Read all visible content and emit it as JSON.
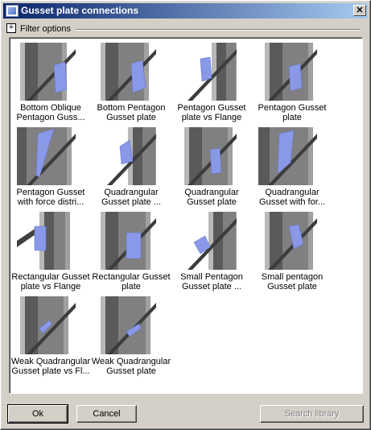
{
  "window": {
    "title": "Gusset plate connections",
    "close_glyph": "✕"
  },
  "filter": {
    "label": "Filter options",
    "expand_glyph": "+"
  },
  "colors": {
    "title_start": "#0a246a",
    "title_end": "#a6caf0",
    "plate": "#8a98e8",
    "beam": "#808080"
  },
  "items": [
    {
      "line1": "Bottom Oblique",
      "line2": "Pentagon Guss...",
      "icon": "bottom-oblique-pentagon-icon"
    },
    {
      "line1": "Bottom Pentagon",
      "line2": "Gusset plate",
      "icon": "bottom-pentagon-icon"
    },
    {
      "line1": "Pentagon Gusset",
      "line2": "plate vs Flange",
      "icon": "pentagon-flange-icon"
    },
    {
      "line1": "Pentagon Gusset",
      "line2": "plate",
      "icon": "pentagon-gusset-icon"
    },
    {
      "line1": "Pentagon Gusset",
      "line2": "with force distri...",
      "icon": "pentagon-force-icon"
    },
    {
      "line1": "Quadrangular",
      "line2": "Gusset plate ...",
      "icon": "quadrangular-plate-icon"
    },
    {
      "line1": "Quadrangular",
      "line2": "Gusset plate",
      "icon": "quadrangular-gusset-icon"
    },
    {
      "line1": "Quadrangular",
      "line2": "Gusset with for...",
      "icon": "quadrangular-force-icon"
    },
    {
      "line1": "Rectangular Gusset",
      "line2": "plate vs Flange",
      "icon": "rectangular-flange-icon"
    },
    {
      "line1": "Rectangular Gusset",
      "line2": "plate",
      "icon": "rectangular-gusset-icon"
    },
    {
      "line1": "Small Pentagon",
      "line2": "Gusset plate ...",
      "icon": "small-pentagon-plate-icon"
    },
    {
      "line1": "Small pentagon",
      "line2": "Gusset plate",
      "icon": "small-pentagon-icon"
    },
    {
      "line1": "Weak Quadrangular",
      "line2": "Gusset plate vs Fl...",
      "icon": "weak-quadrangular-flange-icon"
    },
    {
      "line1": "Weak Quadrangular",
      "line2": "Gusset plate",
      "icon": "weak-quadrangular-icon"
    }
  ],
  "buttons": {
    "ok": "Ok",
    "cancel": "Cancel",
    "search": "Search library"
  }
}
